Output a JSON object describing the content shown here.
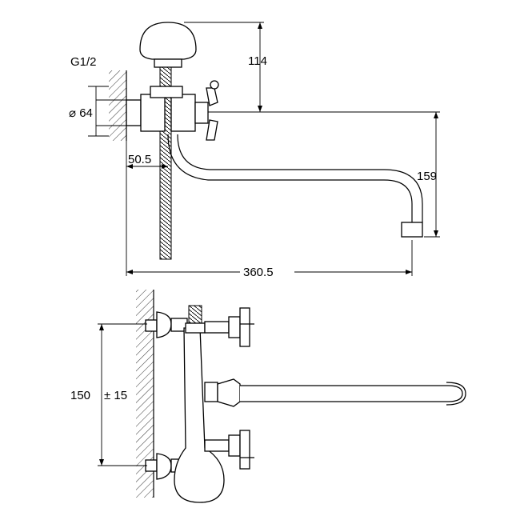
{
  "labels": {
    "thread": "G1/2",
    "diameter": "⌀ 64",
    "spout_height": "114",
    "spout_drop": "159",
    "wall_offset": "50.5",
    "total_length": "360.5",
    "center_distance": "150",
    "tolerance": "± 15"
  }
}
